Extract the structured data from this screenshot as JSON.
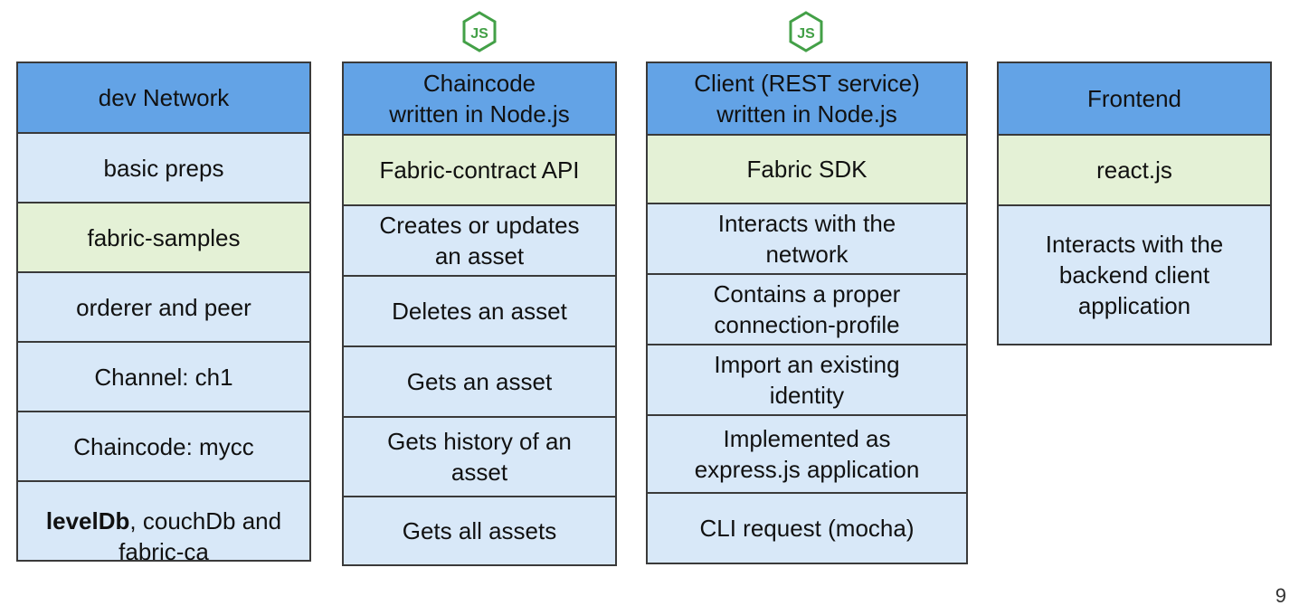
{
  "columns": [
    {
      "id": "dev-network",
      "header": "dev Network",
      "cells": [
        {
          "text": "basic preps",
          "tone": "light"
        },
        {
          "text": "fabric-samples",
          "tone": "green"
        },
        {
          "text": "orderer and peer",
          "tone": "light"
        },
        {
          "text": "Channel: ch1",
          "tone": "light"
        },
        {
          "text": "Chaincode: mycc",
          "tone": "light"
        },
        {
          "bold_text": "levelDb",
          "rest_text": ", couchDb and\nfabric-ca",
          "tone": "light"
        }
      ]
    },
    {
      "id": "chaincode",
      "header": "Chaincode\nwritten in Node.js",
      "cells": [
        {
          "text": "Fabric-contract API",
          "tone": "green"
        },
        {
          "text": "Creates or updates\nan asset",
          "tone": "light"
        },
        {
          "text": "Deletes an asset",
          "tone": "light"
        },
        {
          "text": "Gets an asset",
          "tone": "light"
        },
        {
          "text": "Gets history of an\nasset",
          "tone": "light"
        },
        {
          "text": "Gets all assets",
          "tone": "light"
        }
      ]
    },
    {
      "id": "client",
      "header": "Client (REST service)\nwritten in Node.js",
      "cells": [
        {
          "text": "Fabric SDK",
          "tone": "green"
        },
        {
          "text": "Interacts with the\nnetwork",
          "tone": "light"
        },
        {
          "text": "Contains a proper\nconnection-profile",
          "tone": "light"
        },
        {
          "text": "Import an existing\nidentity",
          "tone": "light"
        },
        {
          "text": "Implemented as\nexpress.js application",
          "tone": "light"
        },
        {
          "text": "CLI request (mocha)",
          "tone": "light"
        }
      ]
    },
    {
      "id": "frontend",
      "header": "Frontend",
      "cells": [
        {
          "text": "react.js",
          "tone": "green"
        },
        {
          "text": "Interacts with the\nbackend client\napplication",
          "tone": "light"
        }
      ]
    }
  ],
  "icons": {
    "nodejs_icon": "nodejs-icon",
    "nodejs_text": "JS",
    "color": "#43a047"
  },
  "page_number": "9",
  "colors": {
    "header": "#63a3e6",
    "green_cell": "#e4f1d6",
    "light_cell": "#d8e8f8",
    "border": "#3a3a3a"
  }
}
